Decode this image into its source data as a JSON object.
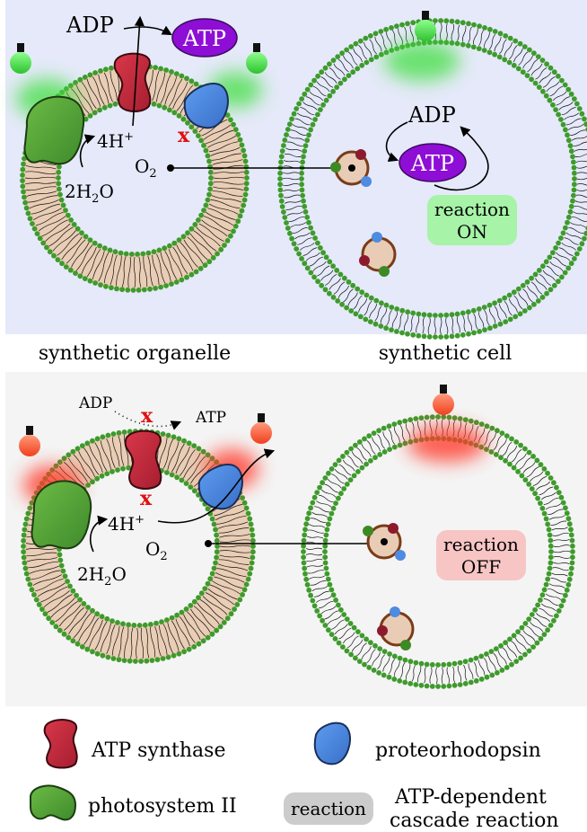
{
  "top_panel": {
    "organelle": {
      "adp": "ADP",
      "atp": "ATP",
      "protons": "4H",
      "proton_sup": "+",
      "oxygen": "O",
      "oxygen_sub": "2",
      "water": "2H",
      "water_sub": "2",
      "water_o": "O",
      "block_mark": "x"
    },
    "cell": {
      "adp": "ADP",
      "atp": "ATP",
      "reaction_line1": "reaction",
      "reaction_line2": "ON"
    },
    "caption_left": "synthetic organelle",
    "caption_right": "synthetic cell"
  },
  "bottom_panel": {
    "organelle": {
      "adp": "ADP",
      "atp": "ATP",
      "protons": "4H",
      "proton_sup": "+",
      "oxygen": "O",
      "oxygen_sub": "2",
      "water": "2H",
      "water_sub": "2",
      "water_o": "O",
      "block_mark": "x"
    },
    "cell": {
      "reaction_line1": "reaction",
      "reaction_line2": "OFF"
    }
  },
  "legend": {
    "atp_synthase": "ATP synthase",
    "proteorhodopsin": "proteorhodopsin",
    "photosystem": "photosystem II",
    "reaction_badge": "reaction",
    "cascade_line1": "ATP-dependent",
    "cascade_line2": "cascade reaction"
  },
  "colors": {
    "green_light": "#3fd13f",
    "red_light": "#ff4a2a",
    "atp_purple": "#8e0ed6",
    "synthase_red": "#c0283c",
    "proteorhodopsin_blue": "#4a86e0",
    "photosystem_green": "#5aa53a",
    "membrane_dot": "#3e9a2c",
    "reaction_on_bg": "#a7f3a8",
    "reaction_off_bg": "#f8c5c5",
    "badge_gray": "#cccccc"
  }
}
